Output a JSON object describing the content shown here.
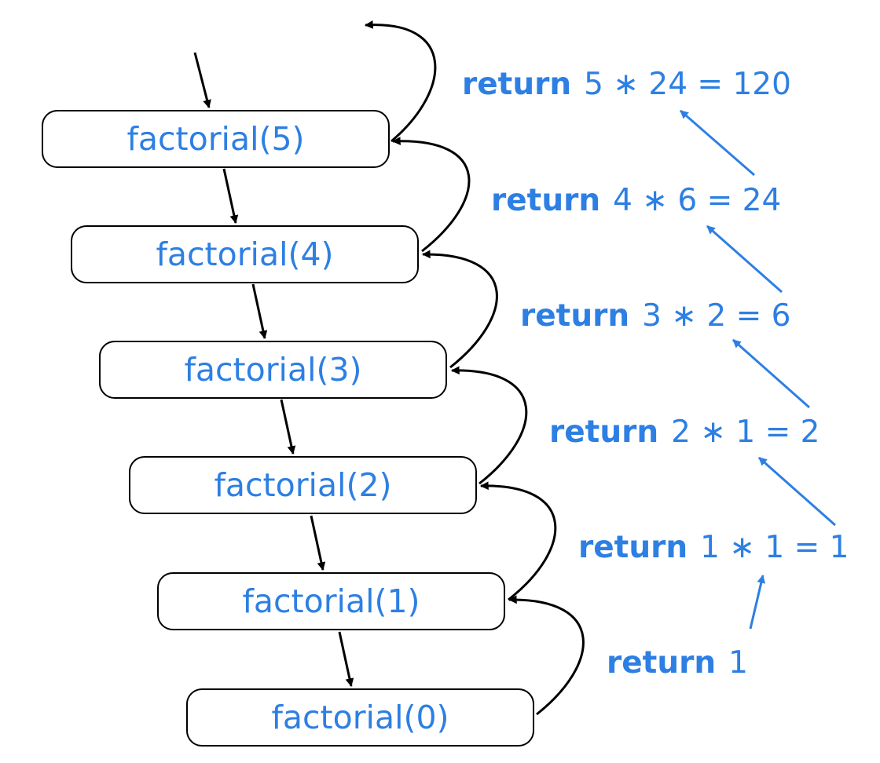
{
  "diagram": {
    "calls": [
      {
        "label": "factorial(5)"
      },
      {
        "label": "factorial(4)"
      },
      {
        "label": "factorial(3)"
      },
      {
        "label": "factorial(2)"
      },
      {
        "label": "factorial(1)"
      },
      {
        "label": "factorial(0)"
      }
    ],
    "returns": [
      {
        "keyword": "return",
        "expr": "5 ∗ 24 = 120"
      },
      {
        "keyword": "return",
        "expr": "4 ∗ 6 = 24"
      },
      {
        "keyword": "return",
        "expr": "3 ∗ 2 = 6"
      },
      {
        "keyword": "return",
        "expr": "2 ∗ 1 = 2"
      },
      {
        "keyword": "return",
        "expr": "1 ∗ 1 = 1"
      },
      {
        "keyword": "return",
        "expr": "1"
      }
    ],
    "colors": {
      "boxes": "#000000",
      "labels": "#2d7fe3",
      "call_arrows": "#000000",
      "return_arrows": "#2d7fe3"
    }
  }
}
